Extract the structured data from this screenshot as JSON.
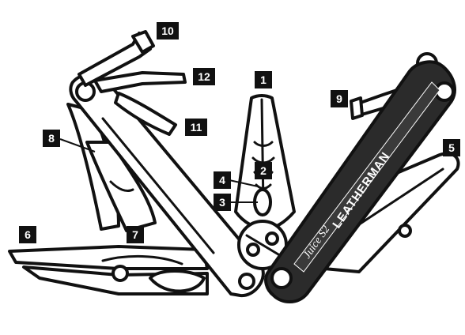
{
  "diagram": {
    "labels": [
      "1",
      "2",
      "3",
      "4",
      "5",
      "6",
      "7",
      "8",
      "9",
      "10",
      "11",
      "12"
    ],
    "handle_brand": "LEATHERMAN",
    "handle_model": "Juice S2",
    "colors": {
      "ink": "#111111",
      "paper": "#ffffff",
      "handle_fill": "#2b2b2b"
    }
  }
}
